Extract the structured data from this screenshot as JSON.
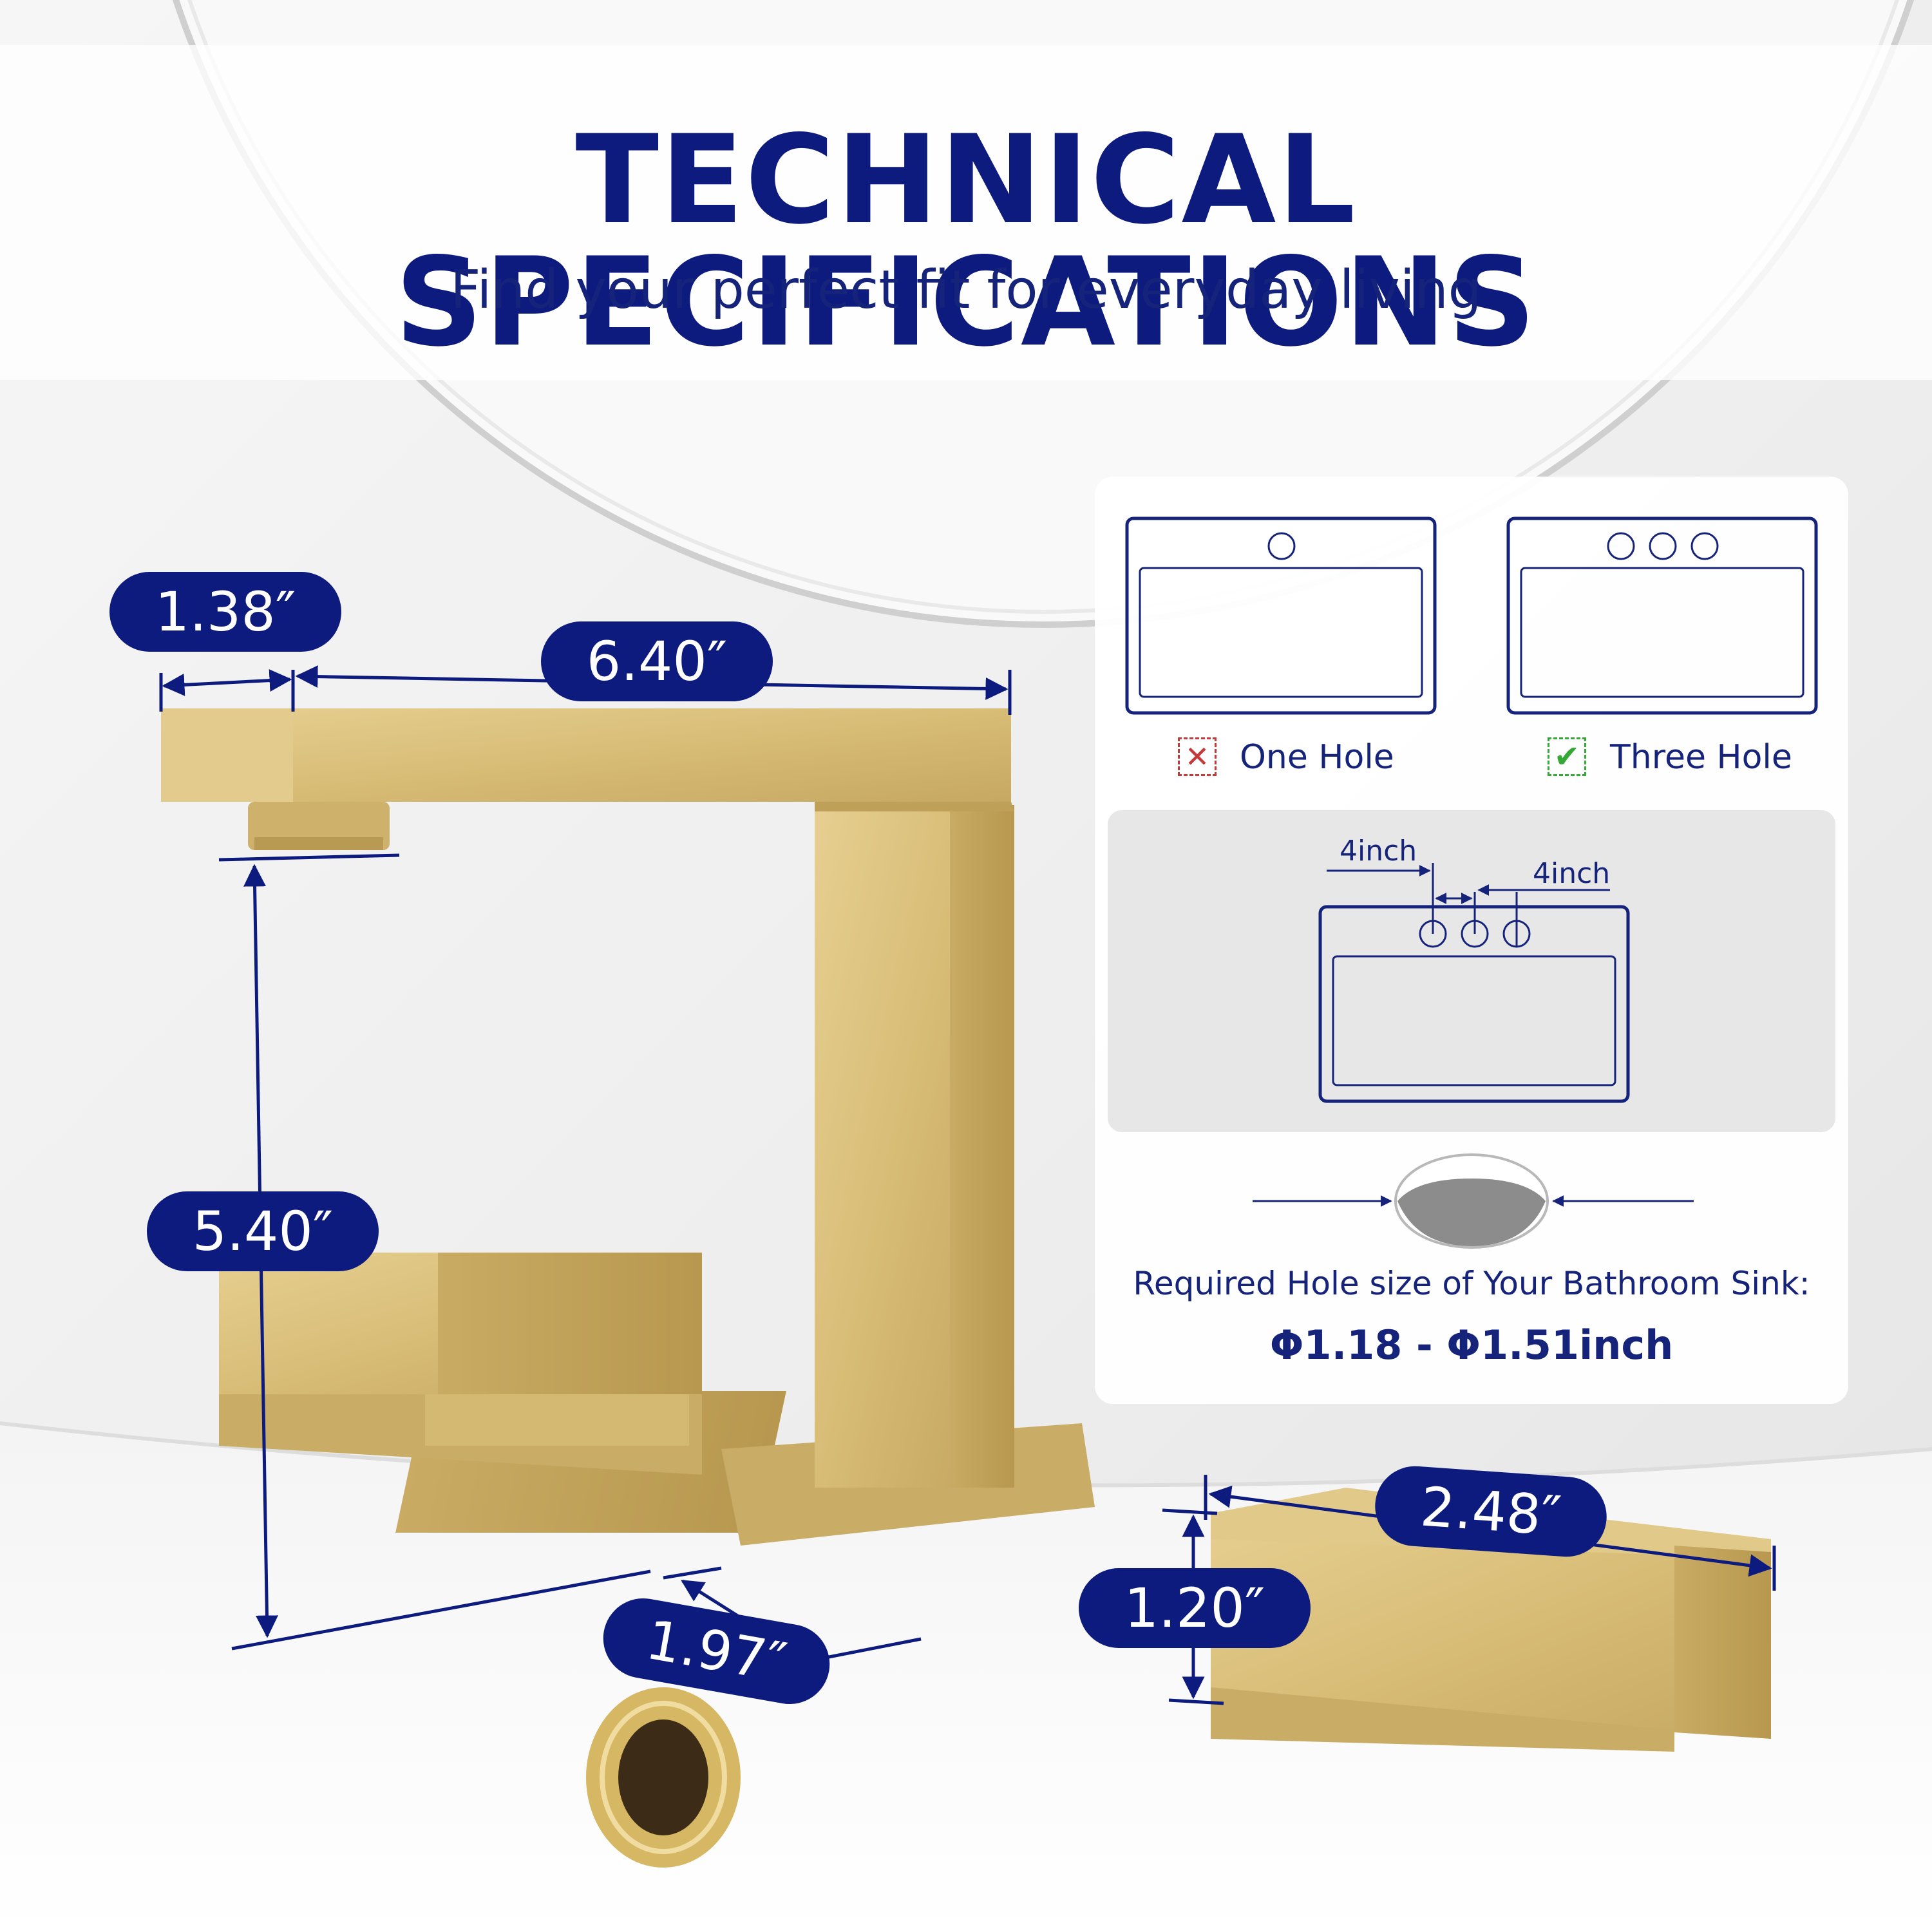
{
  "header": {
    "title": "TECHNICAL SPECIFICATIONS",
    "subtitle": "Find your perfect fit for everyday living"
  },
  "dimensions": {
    "spout_width": "1.38″",
    "spout_reach": "6.40″",
    "spout_height": "5.40″",
    "base_depth": "1.97″",
    "handle_length": "2.48″",
    "handle_height": "1.20″"
  },
  "hole_options": {
    "one_hole": {
      "label": "One Hole",
      "status": "unsupported",
      "mark": "✕"
    },
    "three_hole": {
      "label": "Three Hole",
      "status": "supported",
      "mark": "✔"
    }
  },
  "spacing": {
    "left": "4inch",
    "right": "4inch"
  },
  "hole_size": {
    "label": "Required Hole size of Your Bathroom Sink:",
    "range": "Φ1.18 - Φ1.51inch"
  },
  "colors": {
    "brand_navy": "#0d1b7e",
    "brushed_gold": "#d9bf78",
    "unsupported_red": "#c43a3a",
    "supported_green": "#36a836"
  }
}
